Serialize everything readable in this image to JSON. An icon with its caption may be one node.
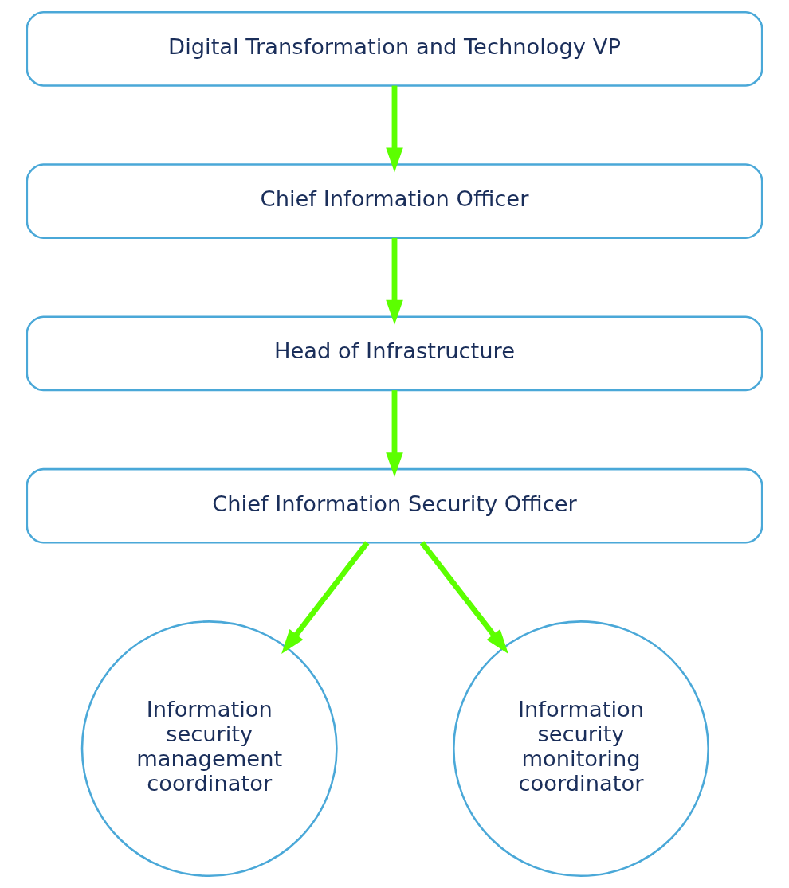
{
  "diagram": {
    "nodes": [
      {
        "text": [
          "Digital Transformation and Technology VP"
        ]
      },
      {
        "text": [
          "Chief Information Officer"
        ]
      },
      {
        "text": [
          "Head of Infrastructure"
        ]
      },
      {
        "text": [
          "Chief Information Security Officer"
        ]
      },
      {
        "text": [
          "Information security management coordinator"
        ]
      },
      {
        "text": [
          "Information security monitoring coordinator"
        ]
      }
    ],
    "edges": [
      {
        "from": 0,
        "to": 1,
        "arrow": "to"
      },
      {
        "from": 1,
        "to": 2,
        "arrow": "to"
      },
      {
        "from": 2,
        "to": 3,
        "arrow": "to"
      },
      {
        "from": 3,
        "to": 4,
        "arrow": "to"
      },
      {
        "from": 3,
        "to": 5,
        "arrow": "to"
      }
    ]
  }
}
